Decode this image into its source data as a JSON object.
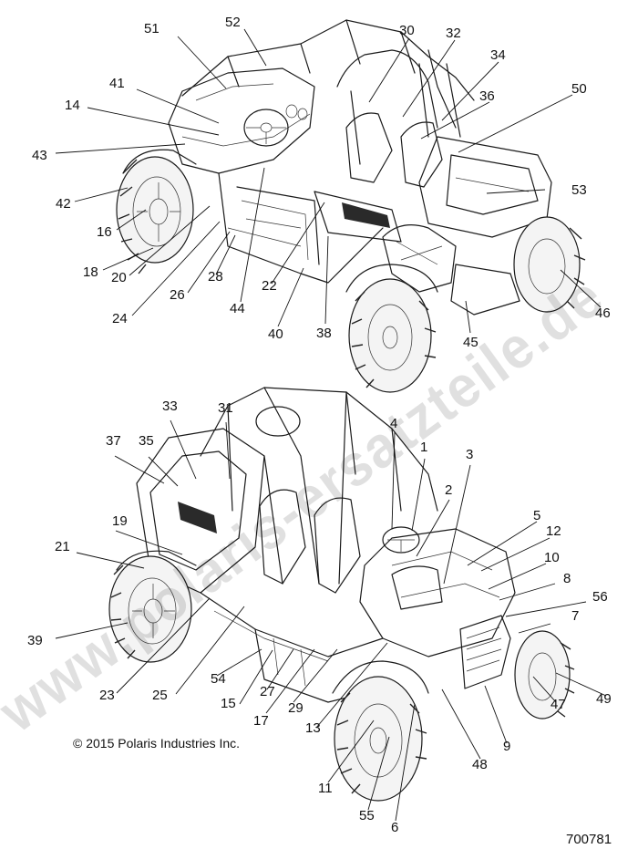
{
  "callouts_top": [
    "51",
    "52",
    "30",
    "32",
    "34",
    "41",
    "14",
    "36",
    "50",
    "43",
    "42",
    "16",
    "53",
    "18",
    "20",
    "24",
    "26",
    "28",
    "44",
    "22",
    "40",
    "38",
    "45",
    "46"
  ],
  "callouts_bottom": [
    "33",
    "31",
    "4",
    "1",
    "37",
    "35",
    "3",
    "2",
    "19",
    "5",
    "12",
    "21",
    "10",
    "8",
    "56",
    "7",
    "39",
    "23",
    "25",
    "54",
    "15",
    "27",
    "17",
    "29",
    "13",
    "49",
    "47",
    "9",
    "48",
    "11",
    "55",
    "6"
  ],
  "copyright": "© 2015 Polaris Industries Inc.",
  "figure_id": "700781",
  "watermark": "www.polaris-ersatzteile.de"
}
